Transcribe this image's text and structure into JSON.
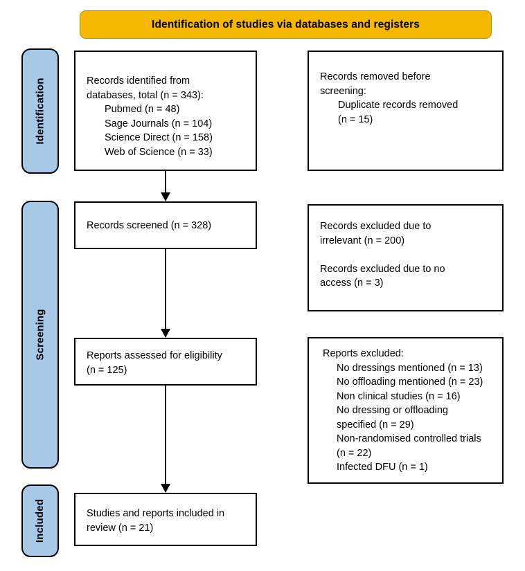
{
  "banner": {
    "title": "Identification of studies via databases and registers",
    "fill_color": "#f5b800",
    "border_color": "#c08a00"
  },
  "stages": {
    "fill_color": "#a8c8e8",
    "identification": "Identification",
    "screening": "Screening",
    "included": "Included"
  },
  "boxes": {
    "identified": {
      "line1": "Records identified from",
      "line2": "databases, total (n = 343):",
      "source1": "Pubmed (n = 48)",
      "source2": "Sage Journals (n = 104)",
      "source3": "Science Direct (n = 158)",
      "source4": "Web of Science (n = 33)"
    },
    "removed": {
      "line1": "Records removed before",
      "line2": "screening:",
      "item1": "Duplicate records removed",
      "item1_count": "(n = 15)"
    },
    "screened": {
      "line1": "Records screened (n = 328)"
    },
    "excluded": {
      "line1": "Records excluded due to",
      "line2": "irrelevant (n = 200)",
      "line3": "Records excluded due to no",
      "line4": "access (n = 3)"
    },
    "eligibility": {
      "line1": "Reports assessed for eligibility",
      "line2": "(n = 125)"
    },
    "reports_excluded": {
      "heading": "Reports excluded:",
      "item1": "No dressings mentioned (n = 13)",
      "item2": "No offloading mentioned (n = 23)",
      "item3": "Non clinical studies (n = 16)",
      "item4a": "No dressing or offloading",
      "item4b": "specified (n = 29)",
      "item5a": "Non-randomised controlled trials",
      "item5b": "(n = 22)",
      "item6": "Infected DFU (n = 1)"
    },
    "included": {
      "line1": "Studies and reports included in",
      "line2": "review (n = 21)"
    }
  },
  "chart_data": {
    "type": "diagram",
    "title": "Identification of studies via databases and registers",
    "flow": "PRISMA",
    "stages": [
      "Identification",
      "Screening",
      "Included"
    ],
    "nodes": [
      {
        "id": "identified",
        "stage": "Identification",
        "label": "Records identified from databases, total",
        "n": 343,
        "breakdown": [
          {
            "source": "Pubmed",
            "n": 48
          },
          {
            "source": "Sage Journals",
            "n": 104
          },
          {
            "source": "Science Direct",
            "n": 158
          },
          {
            "source": "Web of Science",
            "n": 33
          }
        ]
      },
      {
        "id": "removed",
        "stage": "Identification",
        "label": "Records removed before screening",
        "breakdown": [
          {
            "reason": "Duplicate records removed",
            "n": 15
          }
        ]
      },
      {
        "id": "screened",
        "stage": "Screening",
        "label": "Records screened",
        "n": 328
      },
      {
        "id": "excluded",
        "stage": "Screening",
        "label": "Records excluded",
        "breakdown": [
          {
            "reason": "Records excluded due to irrelevant",
            "n": 200
          },
          {
            "reason": "Records excluded due to no access",
            "n": 3
          }
        ]
      },
      {
        "id": "eligibility",
        "stage": "Screening",
        "label": "Reports assessed for eligibility",
        "n": 125
      },
      {
        "id": "reports_excluded",
        "stage": "Screening",
        "label": "Reports excluded",
        "breakdown": [
          {
            "reason": "No dressings mentioned",
            "n": 13
          },
          {
            "reason": "No offloading mentioned",
            "n": 23
          },
          {
            "reason": "Non clinical studies",
            "n": 16
          },
          {
            "reason": "No dressing or offloading specified",
            "n": 29
          },
          {
            "reason": "Non-randomised controlled trials",
            "n": 22
          },
          {
            "reason": "Infected DFU",
            "n": 1
          }
        ]
      },
      {
        "id": "included",
        "stage": "Included",
        "label": "Studies and reports included in review",
        "n": 21
      }
    ],
    "edges": [
      {
        "from": "identified",
        "to": "screened"
      },
      {
        "from": "screened",
        "to": "eligibility"
      },
      {
        "from": "eligibility",
        "to": "included"
      }
    ]
  }
}
